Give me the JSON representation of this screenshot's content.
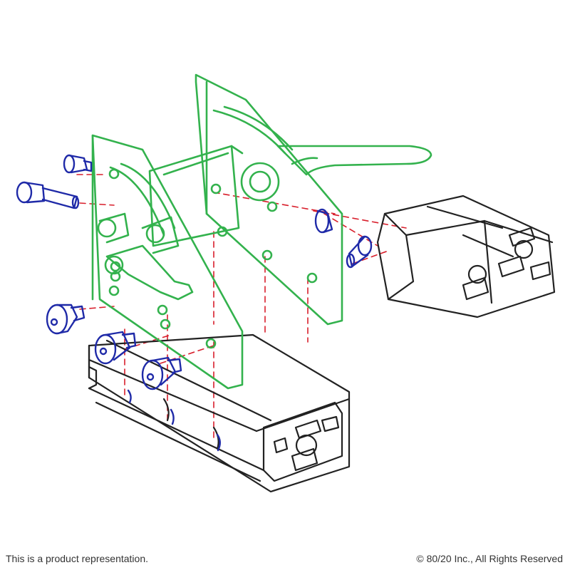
{
  "footer": {
    "left_text": "This is a product representation.",
    "right_text": "© 80/20 Inc., All Rights Reserved"
  },
  "colors": {
    "bracket": "#33b24d",
    "extrusion": "#222222",
    "fastener": "#1f2aa8",
    "guide_line": "#d81e2b"
  },
  "parts": {
    "bracket": "green hinged bracket assembly with cam lever handle",
    "extrusions": [
      "lower t-slot extrusion",
      "right t-slot extrusion"
    ],
    "fasteners": "blue socket head cap screws and t-nuts"
  }
}
